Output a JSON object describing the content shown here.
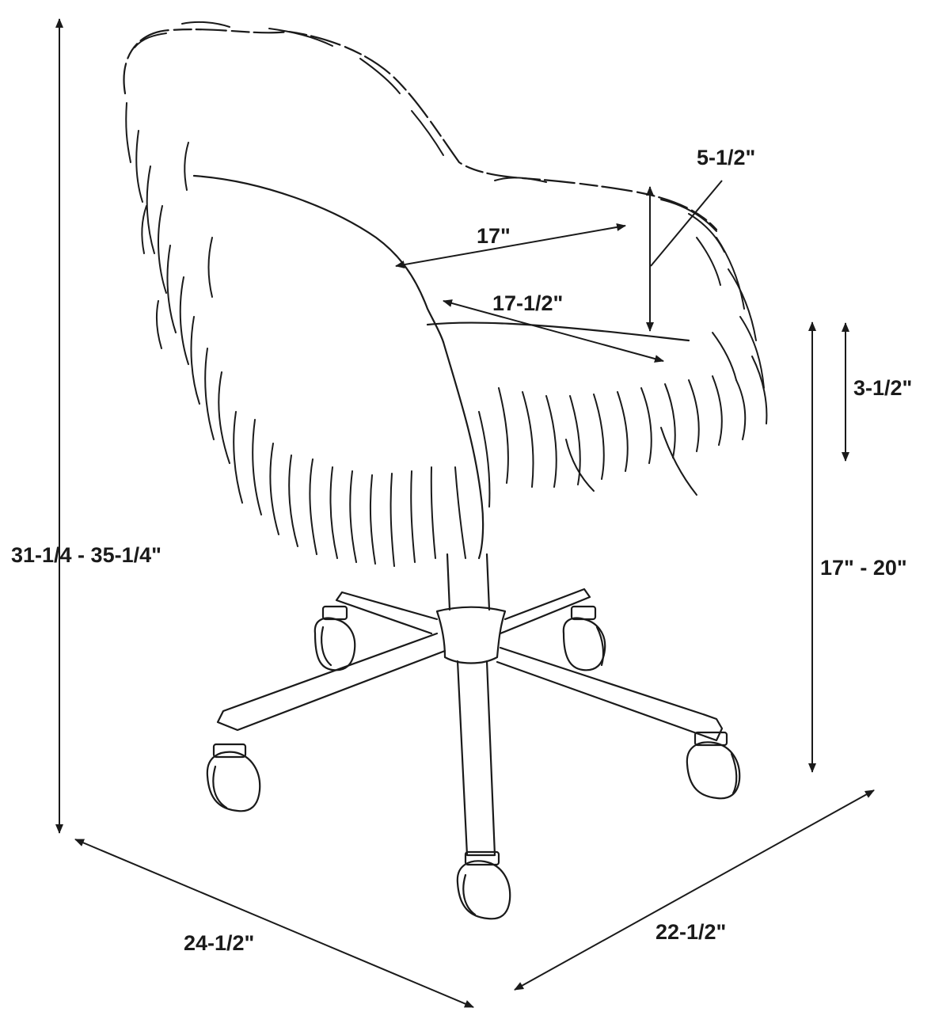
{
  "colors": {
    "ink": "#1a1a1a",
    "background": "#ffffff"
  },
  "dimensions": {
    "overall_height": "31-1/4 - 35-1/4\"",
    "armrest_height": "5-1/2\"",
    "seat_width": "17\"",
    "seat_depth": "17-1/2\"",
    "seat_thickness": "3-1/2\"",
    "seat_height": "17\" - 20\"",
    "overall_width": "24-1/2\"",
    "overall_depth": "22-1/2\""
  }
}
